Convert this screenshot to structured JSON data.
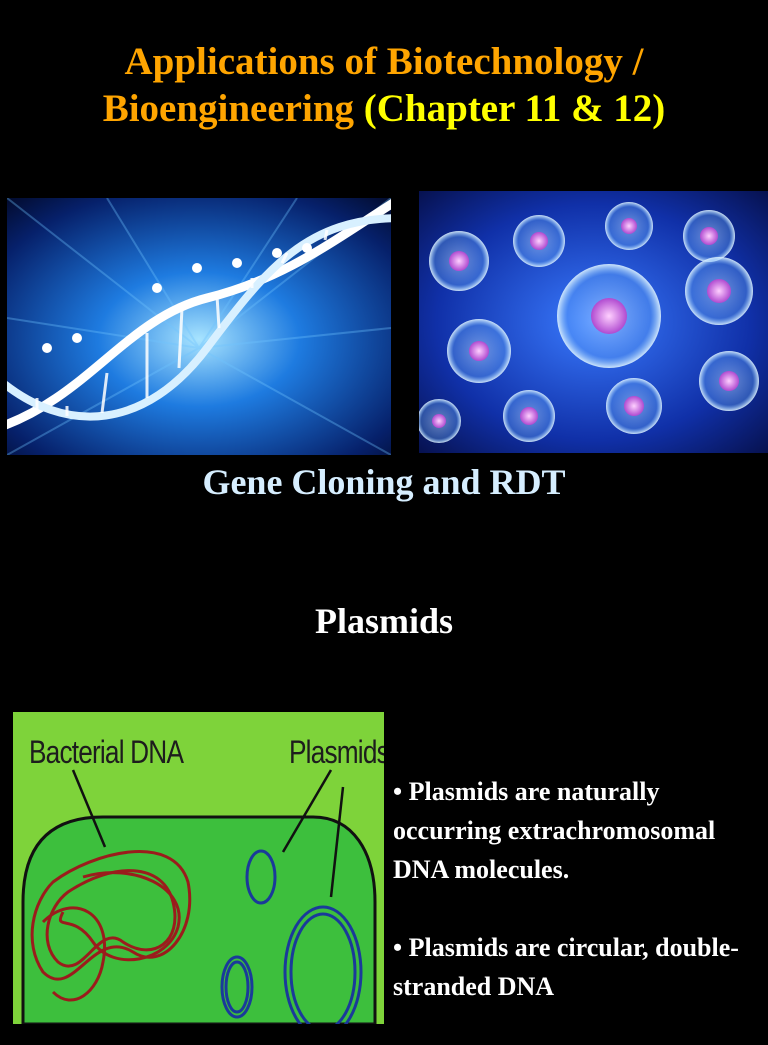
{
  "title": {
    "line1": "Applications of Biotechnology /",
    "line2_main": "Bioengineering ",
    "line2_paren": "(Chapter 11 & 12)"
  },
  "subtitle": "Gene Cloning and RDT",
  "section_title": "Plasmids",
  "diagram": {
    "label_left": "Bacterial DNA",
    "label_right": "Plasmids",
    "colors": {
      "background": "#7ed33a",
      "cell": "#3dbf3d",
      "dna": "#9b1c1c",
      "plasmid": "#1a3a9a"
    }
  },
  "bullets": [
    "• Plasmids are naturally occurring extrachromosomal DNA molecules.",
    "• Plasmids are circular, double-stranded DNA"
  ]
}
